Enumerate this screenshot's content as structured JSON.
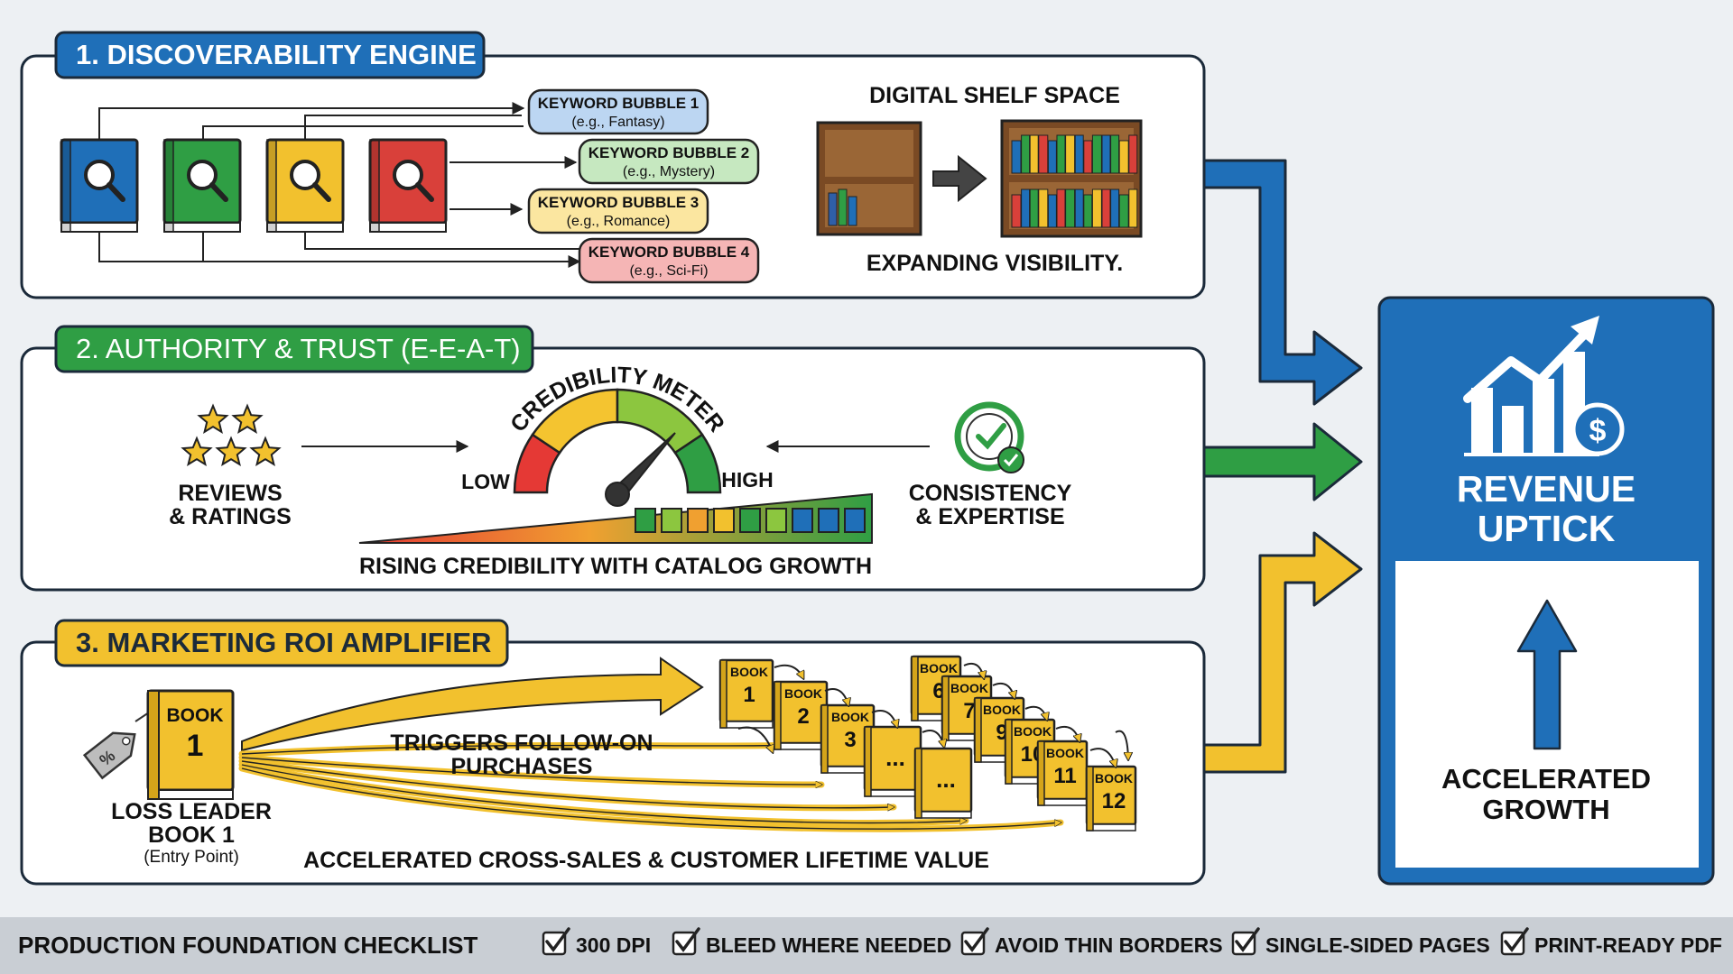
{
  "sections": [
    {
      "id": "discoverability",
      "title": "1. DISCOVERABILITY ENGINE",
      "color": "#1f6fb8"
    },
    {
      "id": "authority",
      "title": "2. AUTHORITY & TRUST (E-E-A-T)",
      "color": "#2f9e44"
    },
    {
      "id": "marketing",
      "title": "3. MARKETING ROI AMPLIFIER",
      "color": "#f2c12e"
    }
  ],
  "discoverability": {
    "keyword_bubbles": [
      {
        "name": "KEYWORD BUBBLE 1",
        "example": "(e.g., Fantasy)",
        "color": "#bcd6f2"
      },
      {
        "name": "KEYWORD BUBBLE 2",
        "example": "(e.g., Mystery)",
        "color": "#c6e8c0"
      },
      {
        "name": "KEYWORD BUBBLE 3",
        "example": "(e.g., Romance)",
        "color": "#fbe6a0"
      },
      {
        "name": "KEYWORD BUBBLE 4",
        "example": "(e.g., Sci-Fi)",
        "color": "#f5b5b5"
      }
    ],
    "book_colors": [
      "#1f6fb8",
      "#2f9e44",
      "#f2c12e",
      "#d9403a"
    ],
    "shelf_title": "DIGITAL SHELF SPACE",
    "shelf_caption": "EXPANDING VISIBILITY."
  },
  "authority": {
    "reviews_line1": "REVIEWS",
    "reviews_line2": "& RATINGS",
    "meter_title": "CREDIBILITY METER",
    "low_label": "LOW",
    "high_label": "HIGH",
    "consistency_line1": "CONSISTENCY",
    "consistency_line2": "& EXPERTISE",
    "caption": "RISING CREDIBILITY WITH CATALOG GROWTH"
  },
  "marketing": {
    "entry_book_word": "BOOK",
    "entry_book_number": "1",
    "loss_leader_line1": "LOSS LEADER",
    "loss_leader_line2": "BOOK 1",
    "loss_leader_line3": "(Entry Point)",
    "trigger_line1": "TRIGGERS FOLLOW-ON",
    "trigger_line2": "PURCHASES",
    "caption": "ACCELERATED CROSS-SALES & CUSTOMER LIFETIME VALUE",
    "series_books": [
      {
        "word": "BOOK",
        "number": "1"
      },
      {
        "word": "BOOK",
        "number": "2"
      },
      {
        "word": "BOOK",
        "number": "3"
      },
      {
        "word": "",
        "number": "..."
      },
      {
        "word": "",
        "number": "..."
      },
      {
        "word": "BOOK",
        "number": "6"
      },
      {
        "word": "BOOK",
        "number": "7"
      },
      {
        "word": "BOOK",
        "number": "9"
      },
      {
        "word": "BOOK",
        "number": "10"
      },
      {
        "word": "BOOK",
        "number": "11"
      },
      {
        "word": "BOOK",
        "number": "12"
      }
    ]
  },
  "revenue": {
    "title_line1": "REVENUE",
    "title_line2": "UPTICK",
    "growth_line1": "ACCELERATED",
    "growth_line2": "GROWTH"
  },
  "checklist": {
    "title": "PRODUCTION FOUNDATION CHECKLIST",
    "items": [
      "300 DPI",
      "BLEED WHERE NEEDED",
      "AVOID THIN BORDERS",
      "SINGLE-SIDED PAGES",
      "PRINT-READY PDF"
    ]
  }
}
